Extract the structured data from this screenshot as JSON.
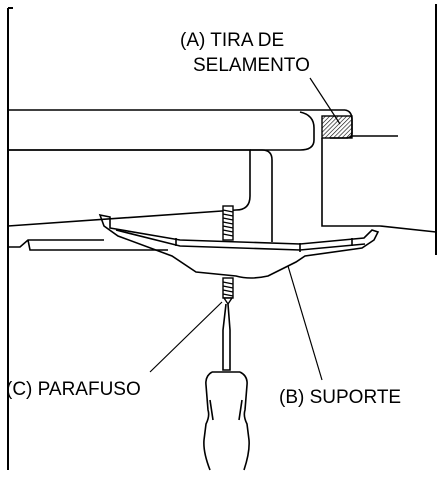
{
  "diagram": {
    "labels": {
      "sealing_strip_line1": "(A) TIRA DE",
      "sealing_strip_line2": "SELAMENTO",
      "screw": "(C) PARAFUSO",
      "bracket": "(B) SUPORTE"
    },
    "colors": {
      "line": "#000000",
      "background": "#ffffff",
      "hatch": "#000000"
    }
  }
}
